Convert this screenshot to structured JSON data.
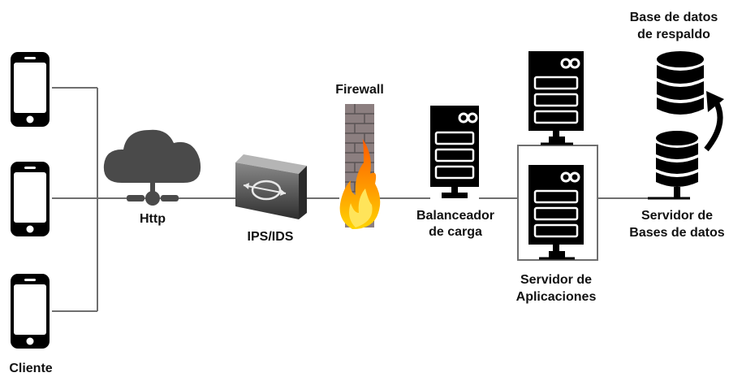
{
  "labels": {
    "cliente": "Cliente",
    "http": "Http",
    "ips_ids": "IPS/IDS",
    "firewall": "Firewall",
    "balanceador_line1": "Balanceador",
    "balanceador_line2": "de carga",
    "servidor_app_line1": "Servidor de",
    "servidor_app_line2": "Aplicaciones",
    "servidor_bd_line1": "Servidor de",
    "servidor_bd_line2": "Bases de datos",
    "respaldo_line1": "Base de datos",
    "respaldo_line2": "de respaldo"
  },
  "icons": {
    "client_device": "smartphone-icon",
    "network": "cloud-icon",
    "security": "ips-ids-appliance-icon",
    "firewall": "brick-wall-fire-icon",
    "server": "server-rack-icon",
    "database": "database-stack-icon",
    "backup_flow": "curved-arrow-icon"
  },
  "colors": {
    "device": "#000000",
    "cloud": "#4a4a4a",
    "wire": "#6f6f6f",
    "brick": "#8c7f80",
    "flame_outer": "#ff8c00",
    "flame_inner": "#ffd200"
  }
}
